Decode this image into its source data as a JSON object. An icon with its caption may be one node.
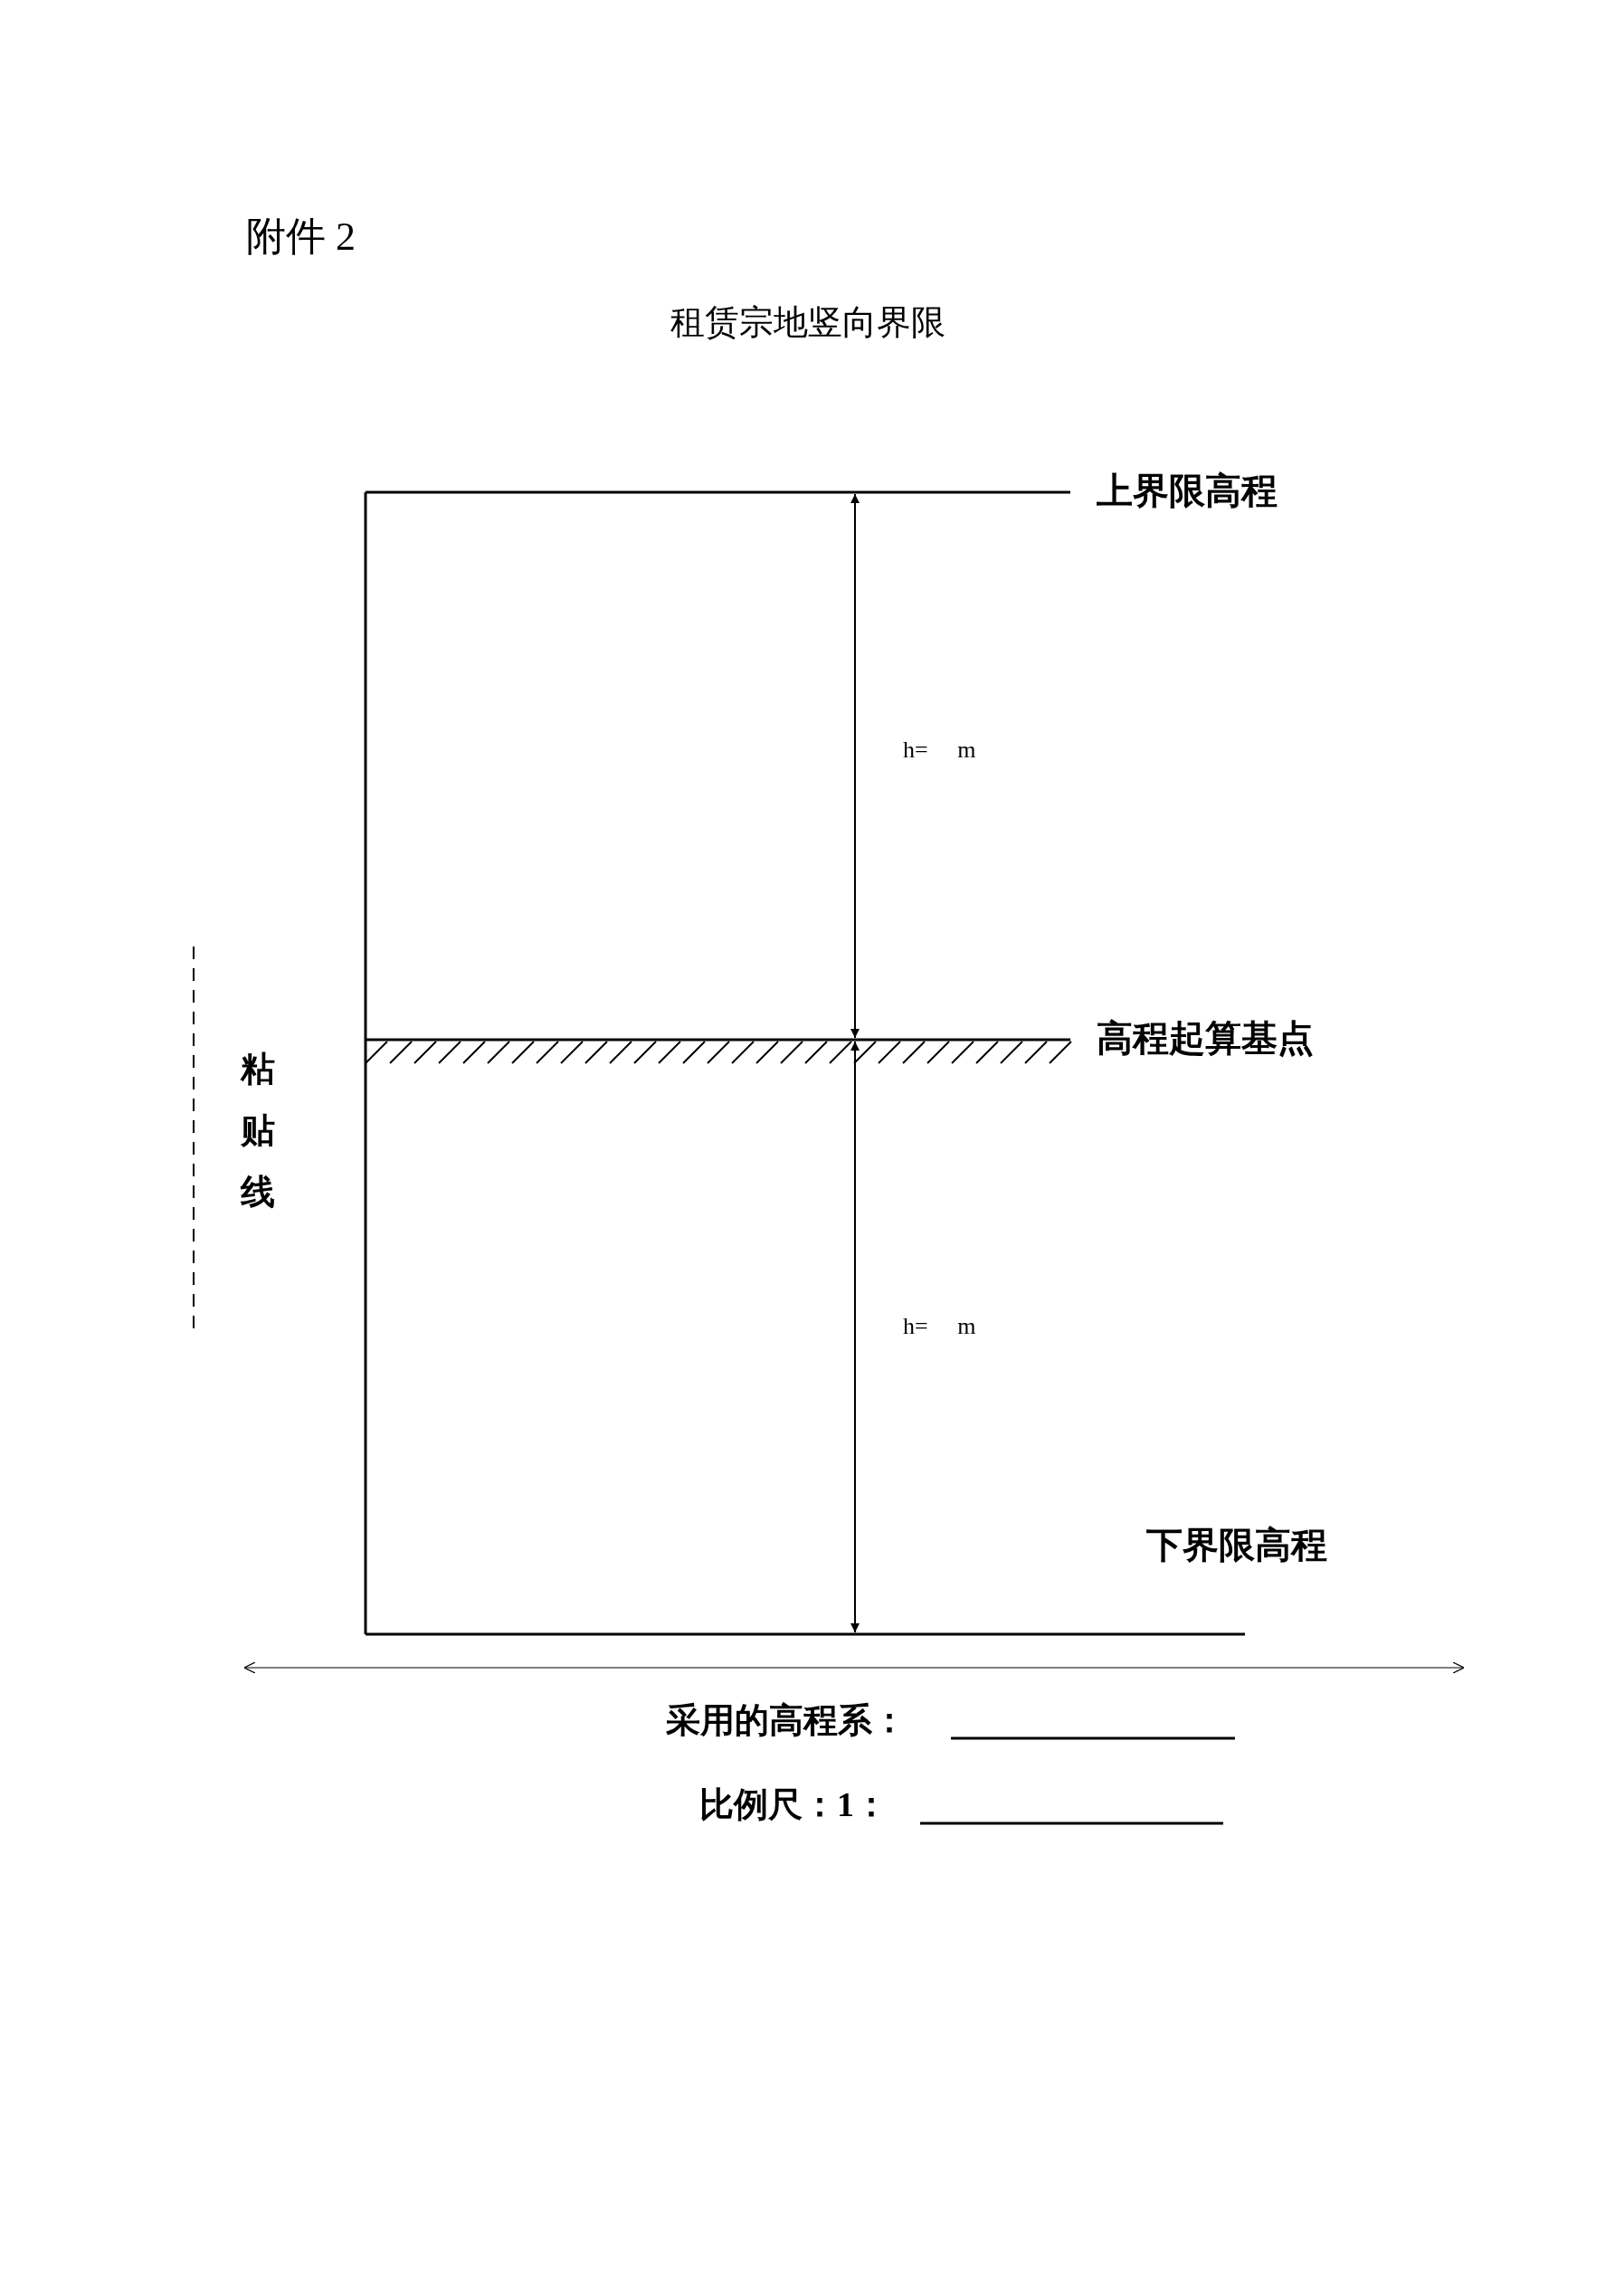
{
  "diagram": {
    "title": "租赁宗地竖向界限",
    "labels": [
      "附件 2",
      "上界限高程",
      "h=     m",
      "高程起算基点",
      "粘贴线",
      "h=     m",
      "下界限高程",
      "采用的高程系：",
      "比例尺：1："
    ]
  }
}
